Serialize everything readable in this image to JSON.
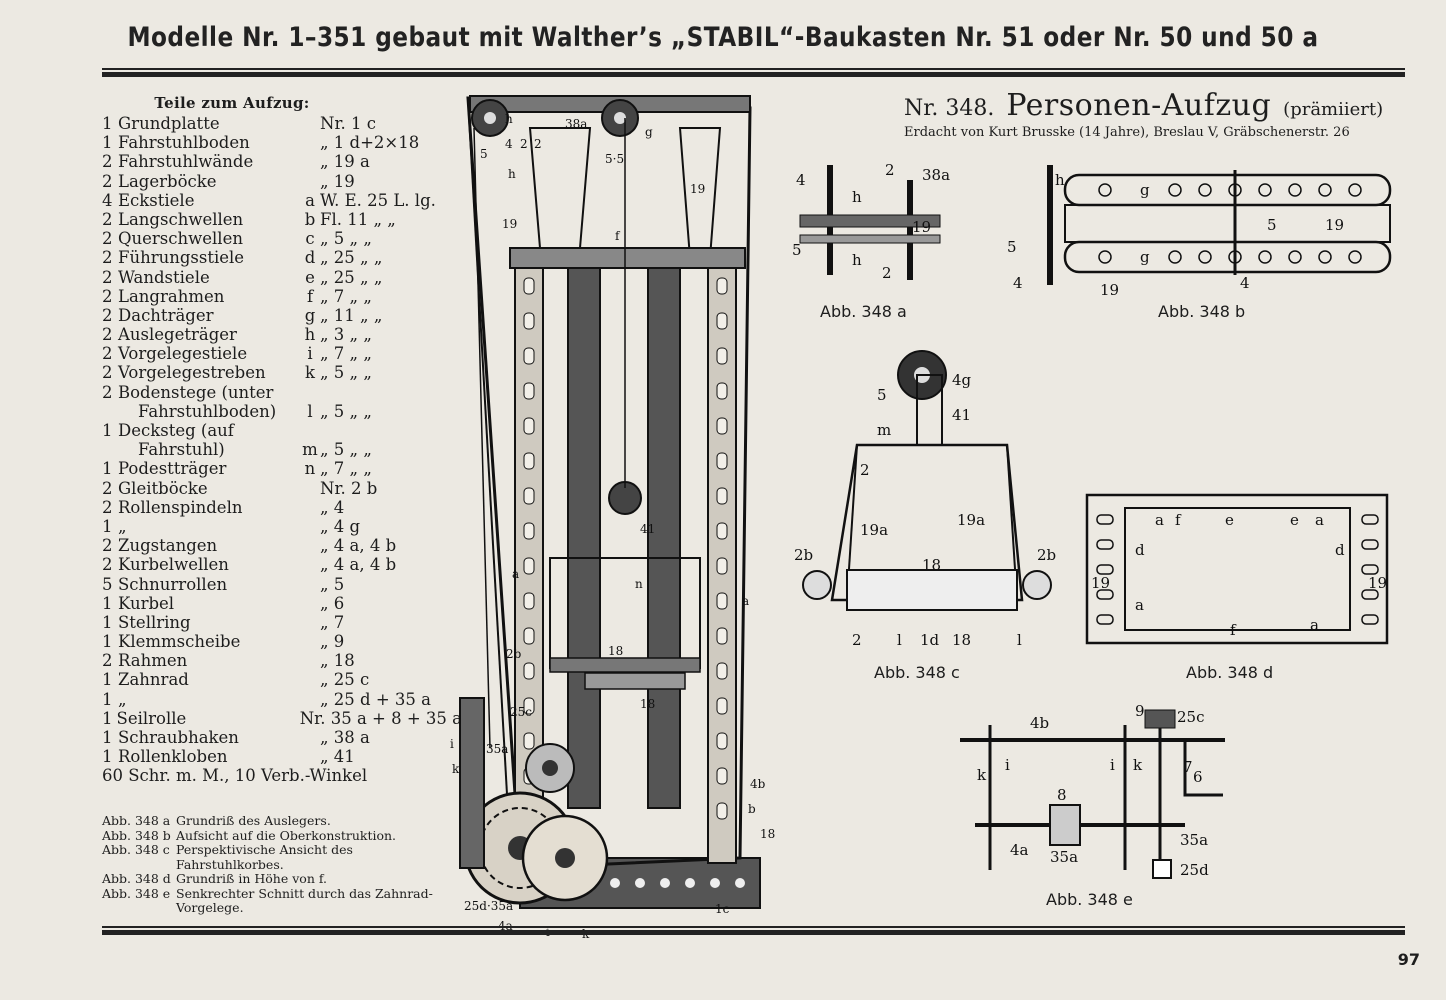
{
  "header": "Modelle Nr. 1–351 gebaut mit Walther’s „STABIL“-Baukasten Nr. 51 oder Nr. 50 und 50 a",
  "parts_heading": "Teile zum Aufzug:",
  "parts": [
    {
      "qty": "1",
      "name": "Grundplatte",
      "letter": "",
      "part": "Nr. 1 c"
    },
    {
      "qty": "1",
      "name": "Fahrstuhlboden",
      "letter": "",
      "part": "„ 1 d+2×18"
    },
    {
      "qty": "2",
      "name": "Fahrstuhlwände",
      "letter": "",
      "part": "„ 19 a"
    },
    {
      "qty": "2",
      "name": "Lagerböcke",
      "letter": "",
      "part": "„ 19"
    },
    {
      "qty": "4",
      "name": "Eckstiele",
      "letter": "a",
      "part": "W. E. 25 L. lg."
    },
    {
      "qty": "2",
      "name": "Langschwellen",
      "letter": "b",
      "part": "Fl. 11 „ „"
    },
    {
      "qty": "2",
      "name": "Querschwellen",
      "letter": "c",
      "part": "„ 5 „ „"
    },
    {
      "qty": "2",
      "name": "Führungsstiele",
      "letter": "d",
      "part": "„ 25 „ „"
    },
    {
      "qty": "2",
      "name": "Wandstiele",
      "letter": "e",
      "part": "„ 25 „ „"
    },
    {
      "qty": "2",
      "name": "Langrahmen",
      "letter": "f",
      "part": "„ 7 „ „"
    },
    {
      "qty": "2",
      "name": "Dachträger",
      "letter": "g",
      "part": "„ 11 „ „"
    },
    {
      "qty": "2",
      "name": "Auslegeträger",
      "letter": "h",
      "part": "„ 3 „ „"
    },
    {
      "qty": "2",
      "name": "Vorgelegestiele",
      "letter": "i",
      "part": "„ 7 „ „"
    },
    {
      "qty": "2",
      "name": "Vorgelegestreben",
      "letter": "k",
      "part": "„ 5 „ „"
    },
    {
      "qty": "2",
      "name": "Bodenstege (unter",
      "letter": "",
      "part": ""
    },
    {
      "qty": "",
      "name": "Fahrstuhlboden)",
      "letter": "l",
      "part": "„ 5 „ „",
      "indent": true
    },
    {
      "qty": "1",
      "name": "Decksteg (auf",
      "letter": "",
      "part": ""
    },
    {
      "qty": "",
      "name": "Fahrstuhl)",
      "letter": "m",
      "part": "„ 5 „ „",
      "indent": true
    },
    {
      "qty": "1",
      "name": "Podestträger",
      "letter": "n",
      "part": "„ 7 „ „"
    },
    {
      "qty": "2",
      "name": "Gleitböcke",
      "letter": "",
      "part": "Nr. 2 b"
    },
    {
      "qty": "2",
      "name": "Rollenspindeln",
      "letter": "",
      "part": "„ 4"
    },
    {
      "qty": "1",
      "name": "„",
      "letter": "",
      "part": "„ 4 g"
    },
    {
      "qty": "2",
      "name": "Zugstangen",
      "letter": "",
      "part": "„ 4 a, 4 b"
    },
    {
      "qty": "2",
      "name": "Kurbelwellen",
      "letter": "",
      "part": "„ 4 a, 4 b"
    },
    {
      "qty": "5",
      "name": "Schnurrollen",
      "letter": "",
      "part": "„ 5"
    },
    {
      "qty": "1",
      "name": "Kurbel",
      "letter": "",
      "part": "„ 6"
    },
    {
      "qty": "1",
      "name": "Stellring",
      "letter": "",
      "part": "„ 7"
    },
    {
      "qty": "1",
      "name": "Klemmscheibe",
      "letter": "",
      "part": "„ 9"
    },
    {
      "qty": "2",
      "name": "Rahmen",
      "letter": "",
      "part": "„ 18"
    },
    {
      "qty": "1",
      "name": "Zahnrad",
      "letter": "",
      "part": "„ 25 c"
    },
    {
      "qty": "1",
      "name": "„",
      "letter": "",
      "part": "„ 25 d + 35 a"
    },
    {
      "qty": "1",
      "name": "Seilrolle",
      "letter": "",
      "part": "Nr. 35 a + 8 + 35 a"
    },
    {
      "qty": "1",
      "name": "Schraubhaken",
      "letter": "",
      "part": "„ 38 a"
    },
    {
      "qty": "1",
      "name": "Rollenkloben",
      "letter": "",
      "part": "„ 41"
    }
  ],
  "parts_total": "60 Schr. m. M., 10 Verb.-Winkel",
  "legend": [
    {
      "key": "Abb. 348 a",
      "text": "Grundriß des Auslegers."
    },
    {
      "key": "Abb. 348 b",
      "text": "Aufsicht auf die Oberkonstruktion."
    },
    {
      "key": "Abb. 348 c",
      "text": "Perspektivische Ansicht des Fahrstuhlkorbes."
    },
    {
      "key": "Abb. 348 d",
      "text": "Grundriß in Höhe von f."
    },
    {
      "key": "Abb. 348 e",
      "text": "Senkrechter Schnitt durch das Zahnrad-Vorgelege."
    }
  ],
  "model": {
    "number": "Nr. 348.",
    "name": "Personen-Aufzug",
    "award": "(prämiiert)",
    "credit": "Erdacht von Kurt Brusske (14 Jahre), Breslau V, Gräbschenerstr. 26"
  },
  "figures": {
    "a": {
      "caption": "Abb. 348 a",
      "labels": [
        "4",
        "2",
        "38a",
        "h",
        "19",
        "5",
        "h",
        "2"
      ]
    },
    "b": {
      "caption": "Abb. 348 b",
      "labels": [
        "h",
        "g",
        "g",
        "5",
        "19",
        "5",
        "4",
        "19",
        "4"
      ]
    },
    "c": {
      "caption": "Abb. 348 c",
      "labels": [
        "5",
        "4g",
        "41",
        "m",
        "2",
        "19a",
        "19a",
        "2b",
        "2b",
        "18",
        "2",
        "l",
        "1d",
        "18",
        "l"
      ]
    },
    "d": {
      "caption": "Abb. 348 d",
      "labels": [
        "a",
        "f",
        "e",
        "e",
        "a",
        "d",
        "d",
        "19",
        "19",
        "a",
        "f",
        "a"
      ]
    },
    "e": {
      "caption": "Abb. 348 e",
      "labels": [
        "4b",
        "9",
        "25c",
        "k",
        "i",
        "i",
        "k",
        "7",
        "6",
        "8",
        "4a",
        "35a",
        "35a",
        "25d"
      ]
    }
  },
  "tower_labels": [
    "38a",
    "h",
    "5",
    "4",
    "2",
    "2",
    "5·5",
    "g",
    "19",
    "h",
    "19",
    "f",
    "a",
    "a",
    "n",
    "41",
    "2b",
    "25c",
    "35a",
    "i",
    "k",
    "18",
    "18",
    "4b",
    "b",
    "18",
    "1c",
    "25d·35a",
    "4a",
    "i",
    "k"
  ],
  "page_number": "97"
}
